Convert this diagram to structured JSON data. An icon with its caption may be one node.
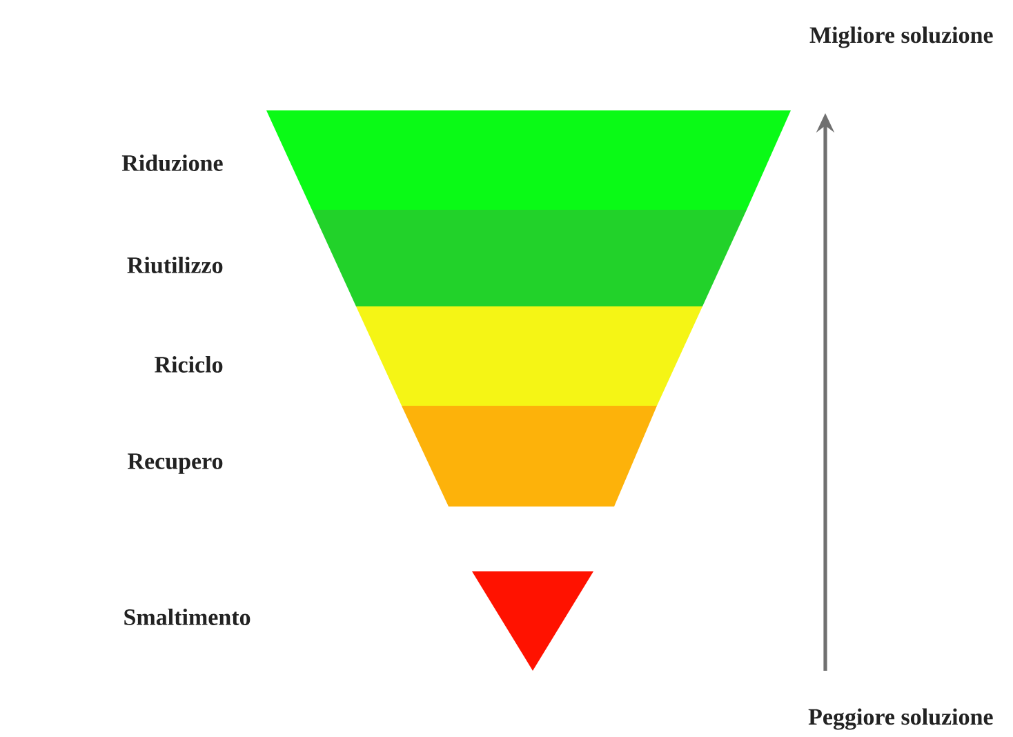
{
  "diagram": {
    "nodes": [
      {
        "text": [],
        "shape": "trapezoid"
      },
      {
        "text": [],
        "shape": "trapezoid"
      },
      {
        "text": [],
        "shape": "trapezoid"
      },
      {
        "text": [],
        "shape": "trapezoid"
      },
      {
        "text": [],
        "shape": "triangle"
      }
    ],
    "labels": [
      "Migliore soluzione",
      "Riduzione",
      "Riutilizzo",
      "Riciclo",
      "Recupero",
      "Smaltimento",
      "Peggiore soluzione"
    ]
  }
}
